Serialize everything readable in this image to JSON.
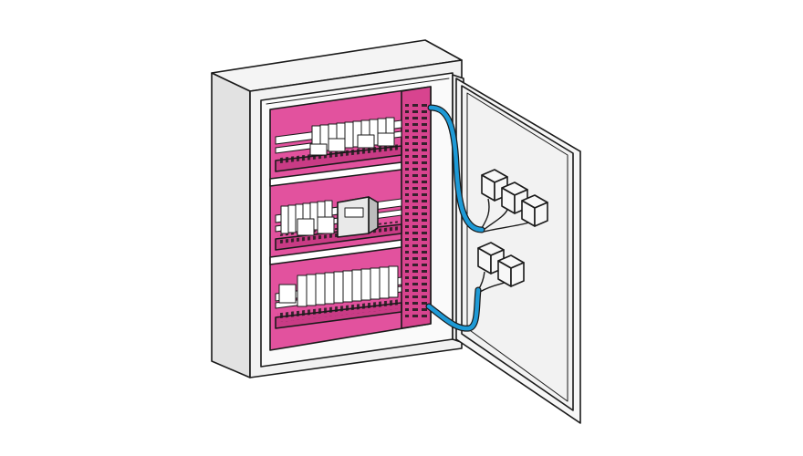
{
  "illustration": {
    "subject": "electrical-enclosure-open-door",
    "colors": {
      "mounting_plate": "#e2529e",
      "mounting_plate_dark": "#c93b85",
      "cable": "#1e9ad6",
      "cabinet_body": "#f2f2f2",
      "cabinet_shade": "#d9d9d9",
      "outline": "#1a1a1a",
      "background": "#ffffff"
    },
    "rows_of_components": 3,
    "door_mounted_devices": 5
  }
}
